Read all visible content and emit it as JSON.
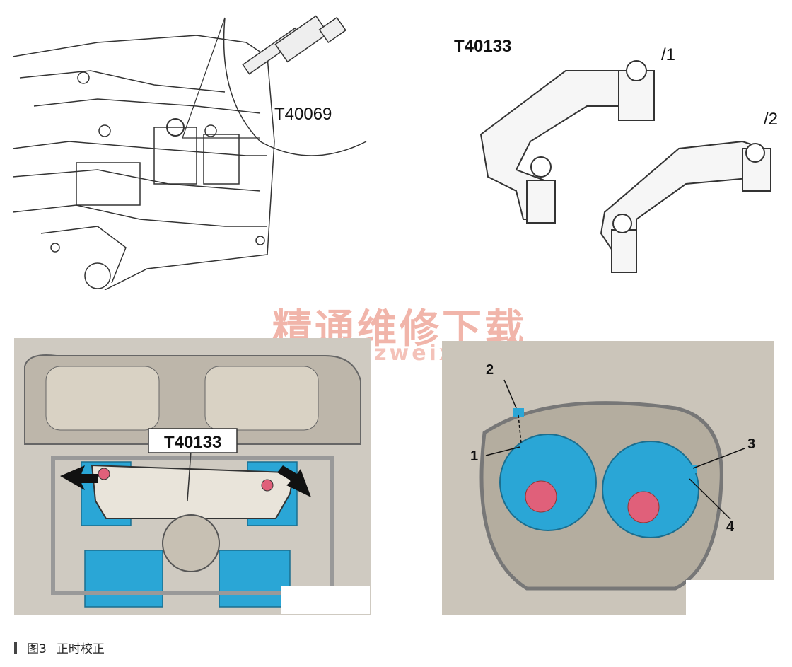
{
  "top_left": {
    "tool_label": "T40069"
  },
  "top_right": {
    "tool_label": "T40133",
    "part1_label": "/1",
    "part2_label": "/2"
  },
  "bottom_left": {
    "tool_label": "T40133"
  },
  "bottom_right": {
    "markers": [
      "2",
      "1",
      "3",
      "4"
    ]
  },
  "watermark": {
    "text_cn": "精通维修下载",
    "url": "www.gzweix.com"
  },
  "caption": {
    "figure": "图3",
    "title": "正时校正"
  },
  "colors": {
    "cam_blue": "#2aa6d6",
    "bolt_red": "#e0607a",
    "line": "#333333"
  }
}
